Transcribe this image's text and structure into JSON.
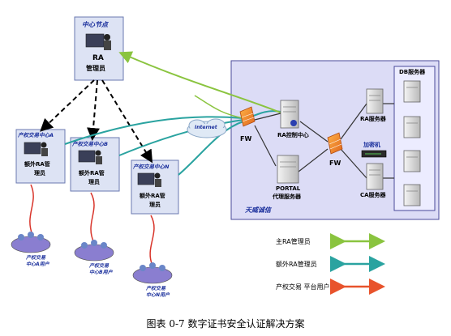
{
  "center": {
    "title": "中心节点",
    "label_line1": "RA",
    "label_line2": "管理员"
  },
  "branches": [
    {
      "title": "产权交易中心A",
      "label_line1": "额外RA管",
      "label_line2": "理员"
    },
    {
      "title": "产权交易中心B",
      "label_line1": "额外RA管",
      "label_line2": "理员"
    },
    {
      "title": "产权交易中心N",
      "label_line1": "额外RA管",
      "label_line2": "理员"
    }
  ],
  "user_groups": [
    {
      "line1": "产权交易",
      "line2": "中心A用户"
    },
    {
      "line1": "产权交易",
      "line2": "中心B用户"
    },
    {
      "line1": "产权交易",
      "line2": "中心N用户"
    }
  ],
  "internet_label": "Internet",
  "network": {
    "fw1": "FW",
    "fw2": "FW",
    "ra_control": "RA控制中心",
    "portal_line1": "PORTAL",
    "portal_line2": "代理服务器",
    "ra_server": "RA服务器",
    "encryptor": "加密机",
    "ca_server": "CA服务器",
    "db_title": "DB服务器",
    "org_name": "天威诚信"
  },
  "legend": [
    {
      "label": "主RA管理员",
      "color": "#8ac43f"
    },
    {
      "label": "额外RA管理员",
      "color": "#2aa3a0"
    },
    {
      "label": "产权交易 平台用户",
      "color": "#e8532c"
    }
  ],
  "caption": "图表 0-7 数字证书安全认证解决方案"
}
